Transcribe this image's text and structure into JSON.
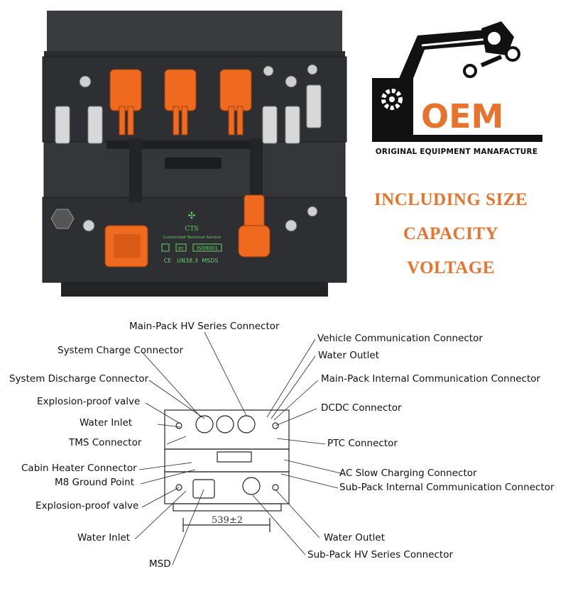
{
  "hero": {
    "brand": {
      "name": "CTS",
      "tagline": "Customized Technical Service",
      "cert_iso": "ISO9001",
      "cert_un": "UN38.3",
      "cert_msds": "MSDS",
      "cert_ce": "CE",
      "cert_iec": "IEC"
    }
  },
  "oem": {
    "title": "OEM",
    "caption": "ORIGINAL EQUIPMENT MANAFACTURE",
    "accent_color": "#e8732c"
  },
  "promo": {
    "line1": "INCLUDING SIZE",
    "line2": "CAPACITY",
    "line3": "VOLTAGE"
  },
  "diagram": {
    "dimension_label": "539±2",
    "callouts_left": [
      "Main-Pack HV Series Connector",
      "System Charge Connector",
      "System Discharge Connector",
      "Explosion-proof valve",
      "Water Inlet",
      "TMS Connector",
      "Cabin Heater Connector",
      "M8 Ground Point",
      "Explosion-proof valve",
      "Water Inlet",
      "MSD"
    ],
    "callouts_right": [
      "Vehicle Communication Connector",
      "Water Outlet",
      "Main-Pack Internal Communication Connector",
      "DCDC Connector",
      "PTC Connector",
      "AC Slow Charging Connector",
      "Sub-Pack Internal Communication Connector",
      "Water Outlet",
      "Sub-Pack HV Series Connector"
    ]
  }
}
